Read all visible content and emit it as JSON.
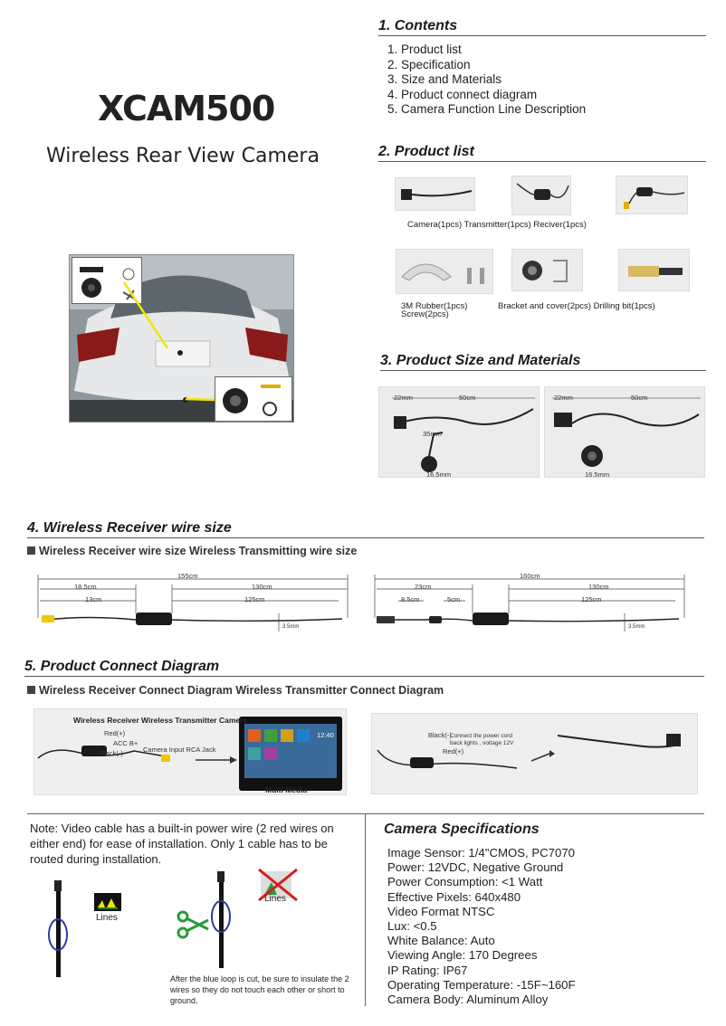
{
  "header": {
    "model": "XCAM500",
    "product_name": "Wireless Rear View Camera"
  },
  "contents": {
    "title": "1. Contents",
    "items": [
      "1. Product list",
      "2. Specification",
      "3. Size and Materials",
      "4. Product connect diagram",
      "5. Camera Function Line Description"
    ]
  },
  "product_list": {
    "title": "2. Product list",
    "row1_caption": "Camera(1pcs) Transmitter(1pcs) Reciver(1pcs)",
    "row2_caption_left": "3M Rubber(1pcs)",
    "row2_caption_left2": "Screw(2pcs)",
    "row2_caption_right": "Bracket and cover(2pcs) Drilling bit(1pcs)"
  },
  "size_materials": {
    "title": "3. Product Size and Materials",
    "left_labels": {
      "a": "22mm",
      "b": "50cm",
      "c": "35mm",
      "d": "16.5mm"
    },
    "right_labels": {
      "a": "22mm",
      "b": "50cm",
      "d": "16.5mm"
    }
  },
  "receiver_wire": {
    "title": "4. Wireless Receiver wire size",
    "subheading": "Wireless Receiver wire size Wireless Transmitting wire size",
    "left": {
      "total": "155cm",
      "seg1": "18.5cm",
      "seg2": "130cm",
      "seg3": "13cm",
      "seg4": "125cm",
      "end": "3.5mm"
    },
    "right": {
      "total": "160cm",
      "seg1": "23cm",
      "seg2": "130cm",
      "seg3": "8.5cm",
      "seg4": "5cm",
      "seg5": "125cm",
      "end": "3.5mm"
    }
  },
  "connect_diagram": {
    "title": "5. Product Connect Diagram",
    "subheading": "Wireless Receiver Connect Diagram Wireless Transmitter Connect Diagram",
    "left_caption": "Wireless Receiver Wireless Transmitter Camera",
    "red_plus": "Red(+)",
    "acc": "ACC B+",
    "black_minus": "Black(-)",
    "camera_input": "Camera Input RCA Jack",
    "multi_media": "Multi Media",
    "clock": "12:40",
    "right_black": "Black(-)",
    "right_note": "Connect the power cord back lights , voltage 12V",
    "right_red": "Red(+)"
  },
  "note": {
    "text": "Note: Video cable has a built-in power wire (2 red wires on either end) for ease of installation. Only 1 cable has to be routed during installation.",
    "lines_label": "Lines",
    "lines_label2": "Lines",
    "after_cut": "After the blue loop is cut, be sure to insulate the 2 wires so they do not touch each other or short to ground."
  },
  "specs": {
    "title": "Camera Specifications",
    "lines": [
      "Image Sensor: 1/4\"CMOS, PC7070",
      "Power: 12VDC, Negative Ground",
      "Power Consumption: <1 Watt",
      "Effective Pixels: 640x480",
      "Video Format NTSC",
      "Lux: <0.5",
      "White Balance: Auto",
      "Viewing Angle: 170 Degrees",
      "IP Rating: IP67",
      "Operating Temperature: -15F~160F",
      "Camera Body: Aluminum Alloy"
    ]
  },
  "colors": {
    "callout_yellow": "#f2e600",
    "rca_yellow": "#f0c800",
    "loop_blue": "#2c3aa0",
    "scissors_green": "#2a9a3a",
    "cross_red": "#d02020"
  }
}
